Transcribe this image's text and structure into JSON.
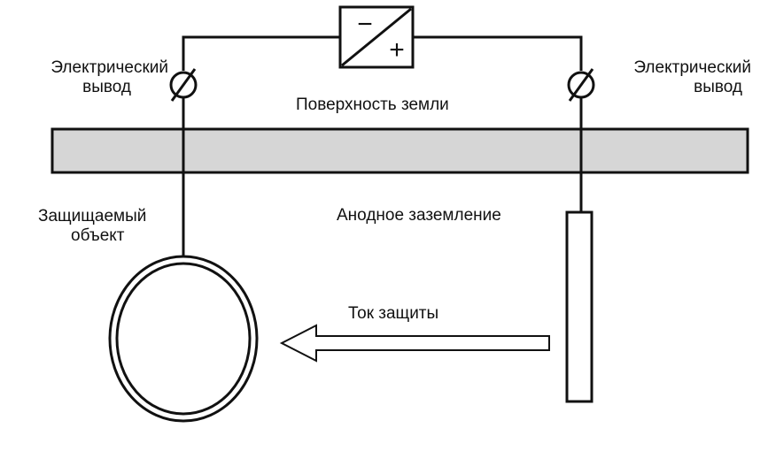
{
  "labels": {
    "terminal_left": [
      "Электрический",
      "вывод"
    ],
    "terminal_right": [
      "Электрический",
      "вывод"
    ],
    "ground_surface": "Поверхность земли",
    "protected_object": [
      "Защищаемый",
      "объект"
    ],
    "anode_ground": "Анодное заземление",
    "protection_current": "Ток защиты"
  },
  "converter": {
    "minus": "−",
    "plus": "+"
  },
  "colors": {
    "line": "#111111",
    "ground_fill": "#d6d6d6",
    "background": "#ffffff"
  }
}
